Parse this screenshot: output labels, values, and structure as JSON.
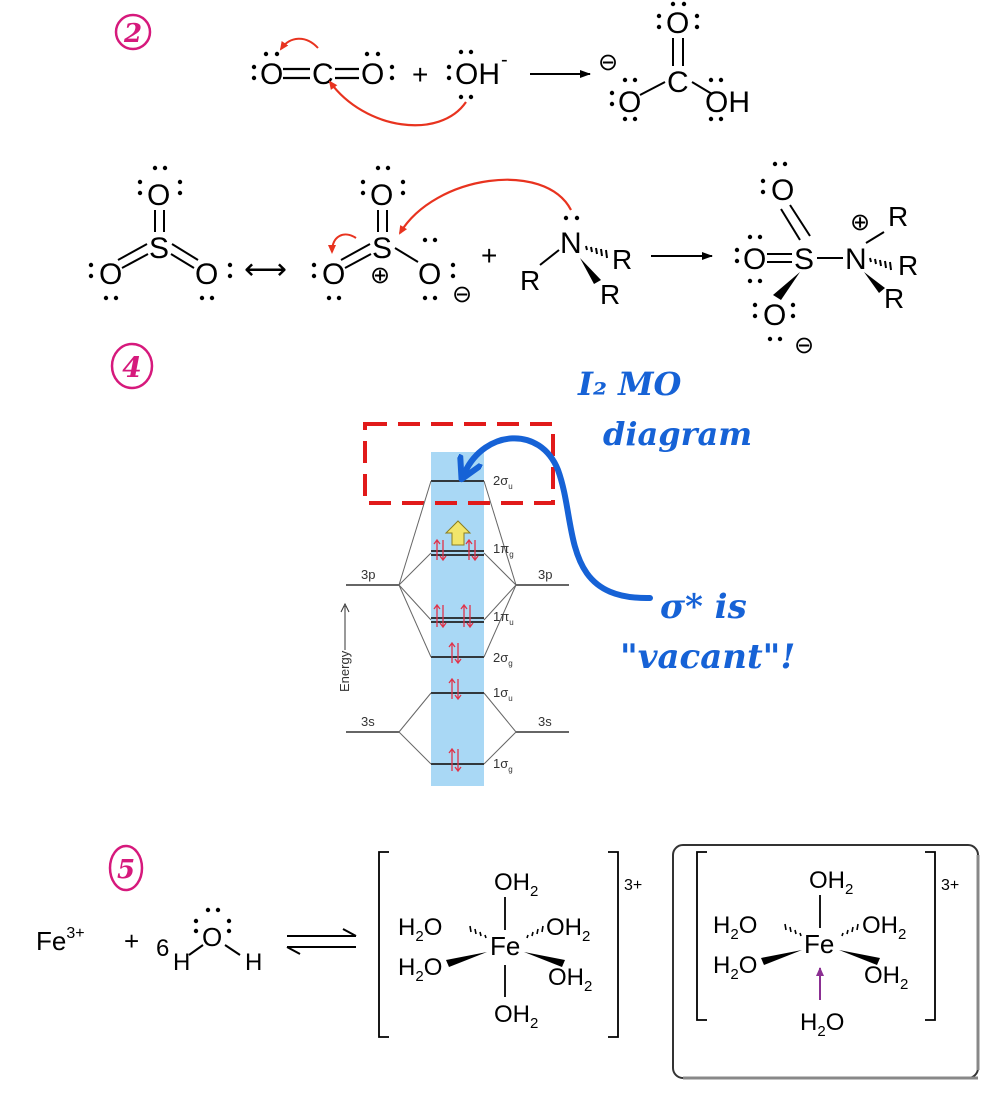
{
  "colors": {
    "ink": "#000000",
    "curved_arrow": "#e8331f",
    "problem_number": "#d6197c",
    "annotation": "#1662d6",
    "dashed_box": "#e11a1a",
    "mo_band": "#a9d8f5",
    "electron": "#e0334a",
    "excitation_arrow": "#f2e56b",
    "coordinate_arrow": "#8b2f92"
  },
  "problem_numbers": {
    "p2": "2",
    "p4": "4",
    "p5": "5"
  },
  "reaction1": {
    "reactant_left_O": "O",
    "reactant_C": "C",
    "reactant_right_O": "O",
    "plus": "+",
    "hydroxide": "OH",
    "hydroxide_charge": "-",
    "product_top_O": "O",
    "product_C": "C",
    "product_left_O": "O",
    "product_right_OH": "OH",
    "product_charge": "⊖"
  },
  "reaction2": {
    "so3_a": {
      "top_O": "O",
      "S": "S",
      "left_O": "O",
      "right_O": "O"
    },
    "resonance_arrow": "⟷",
    "so3_b": {
      "top_O": "O",
      "S": "S",
      "left_O": "O",
      "right_O": "O",
      "S_charge": "⊕",
      "O_charge": "⊖"
    },
    "plus": "+",
    "amine": {
      "N": "N",
      "R_left": "R",
      "R_right": "R",
      "R_bottom": "R"
    },
    "product": {
      "top_O": "O",
      "left_O": "O",
      "S": "S",
      "N": "N",
      "bottom_O": "O",
      "N_charge": "⊕",
      "O_charge": "⊖",
      "R_top": "R",
      "R_right": "R",
      "R_bottom": "R"
    }
  },
  "mo_diagram": {
    "energy_label": "Energy",
    "atomic_left": [
      "3p",
      "3s"
    ],
    "atomic_right": [
      "3p",
      "3s"
    ],
    "levels": [
      "2σ",
      "1π",
      "1π",
      "2σ",
      "1σ",
      "1σ"
    ],
    "level_subscripts": [
      "u",
      "g",
      "u",
      "g",
      "u",
      "g"
    ],
    "annotation_title_line1": "I₂  MO",
    "annotation_title_line2": "diagram",
    "annotation_note_line1": "σ* is",
    "annotation_note_line2": "\"vacant\"!"
  },
  "reaction3": {
    "Fe": "Fe",
    "Fe_charge": "3+",
    "plus": "+",
    "coefficient": "6",
    "water_O": "O",
    "water_H_left": "H",
    "water_H_right": "H",
    "complex1": {
      "top": "OH",
      "top_sub": "2",
      "bottom": "OH",
      "bottom_sub": "2",
      "ul": "H",
      "ul_sub": "2",
      "ul_o": "O",
      "ur": "OH",
      "ur_sub": "2",
      "ll": "H",
      "ll_sub": "2",
      "ll_o": "O",
      "lr": "OH",
      "lr_sub": "2",
      "center": "Fe",
      "charge": "3+"
    },
    "complex2": {
      "top": "OH",
      "top_sub": "2",
      "ul": "H",
      "ul_sub": "2",
      "ul_o": "O",
      "ur": "OH",
      "ur_sub": "2",
      "ll": "H",
      "ll_sub": "2",
      "ll_o": "O",
      "lr": "OH",
      "lr_sub": "2",
      "bottom": "H",
      "bottom_sub": "2",
      "bottom_o": "O",
      "center": "Fe",
      "charge": "3+"
    }
  }
}
